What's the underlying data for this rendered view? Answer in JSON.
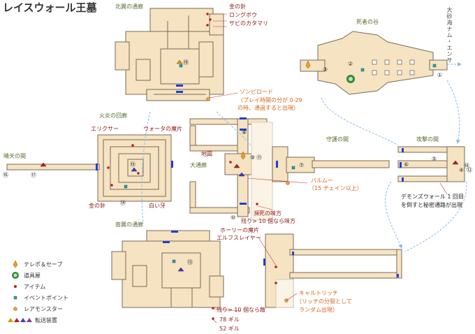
{
  "title": "レイスウォール王墓",
  "rooms": {
    "north_wing": "北翼の通廊",
    "dead_valley": "死者の谷",
    "fire_corridor": "火炎の回廊",
    "sky_room": "晴天の間",
    "great_corridor": "大通廊",
    "guard_room": "守護の間",
    "attack_room": "攻撃の間",
    "south_wing": "南翼の通廊"
  },
  "exit_label": "大砂海ナム・エンサ",
  "items": {
    "north": [
      "金の針",
      "ロングボウ",
      "サビのカタマリ"
    ],
    "elixir": "エリクサー",
    "water_shard": "ウォータの魔片",
    "gold_needle": "金の針",
    "white_fang": "白い牙",
    "map": "地図",
    "holy_shard": "ホーリーの魔片",
    "elvenslayer": "エルフスレイヤー",
    "gil_78": "78 ギル",
    "gil_52": "52 ギル"
  },
  "notes": {
    "zombie_lord": "ゾンビロード",
    "zombie_cond_1": "（プレイ時間の分が 0-29",
    "zombie_cond_2": "の時、通過すると出現）",
    "balmung": "バルムー",
    "balmung_cond": "（15 チェイン以上）",
    "ally_1": "瀕死の味方",
    "ally_2": "残り> 10 個なら味方",
    "enemy": "残り> 10 個なら敵",
    "demon_1": "デモンズウォール 1 回目",
    "demon_2": "を倒すと秘密通路が出現",
    "carrot_1": "キャルトリッチ",
    "carrot_2": "（リッチの分裂として",
    "carrot_3": "ランダム出現）"
  },
  "numbers": [
    "①",
    "②",
    "③",
    "④",
    "⑤",
    "⑥",
    "⑦",
    "⑧",
    "⑨",
    "⑩",
    "⑪",
    "⑫",
    "⑬",
    "⑭",
    "⑮",
    "⑯",
    "⑰",
    "⑱",
    "⑲"
  ],
  "legend": [
    {
      "icon": "save-crystal-icon",
      "label": "テレポ＆セーブ"
    },
    {
      "icon": "shop-icon",
      "label": "道具屋"
    },
    {
      "icon": "item-dot-icon",
      "label": "アイテム"
    },
    {
      "icon": "event-point-icon",
      "label": "イベントポイント"
    },
    {
      "icon": "rare-monster-icon",
      "label": "レアモンスター"
    },
    {
      "icon": "teleport-device-icon",
      "label": "転送装置"
    }
  ],
  "colors": {
    "floor": "#f5e3c2",
    "wall": "#7a6a58",
    "door": "#1f3fd1",
    "item": "#b22222",
    "event": "#2aa7a0",
    "rare": "#f0a040",
    "route": "#8fb9e8"
  }
}
